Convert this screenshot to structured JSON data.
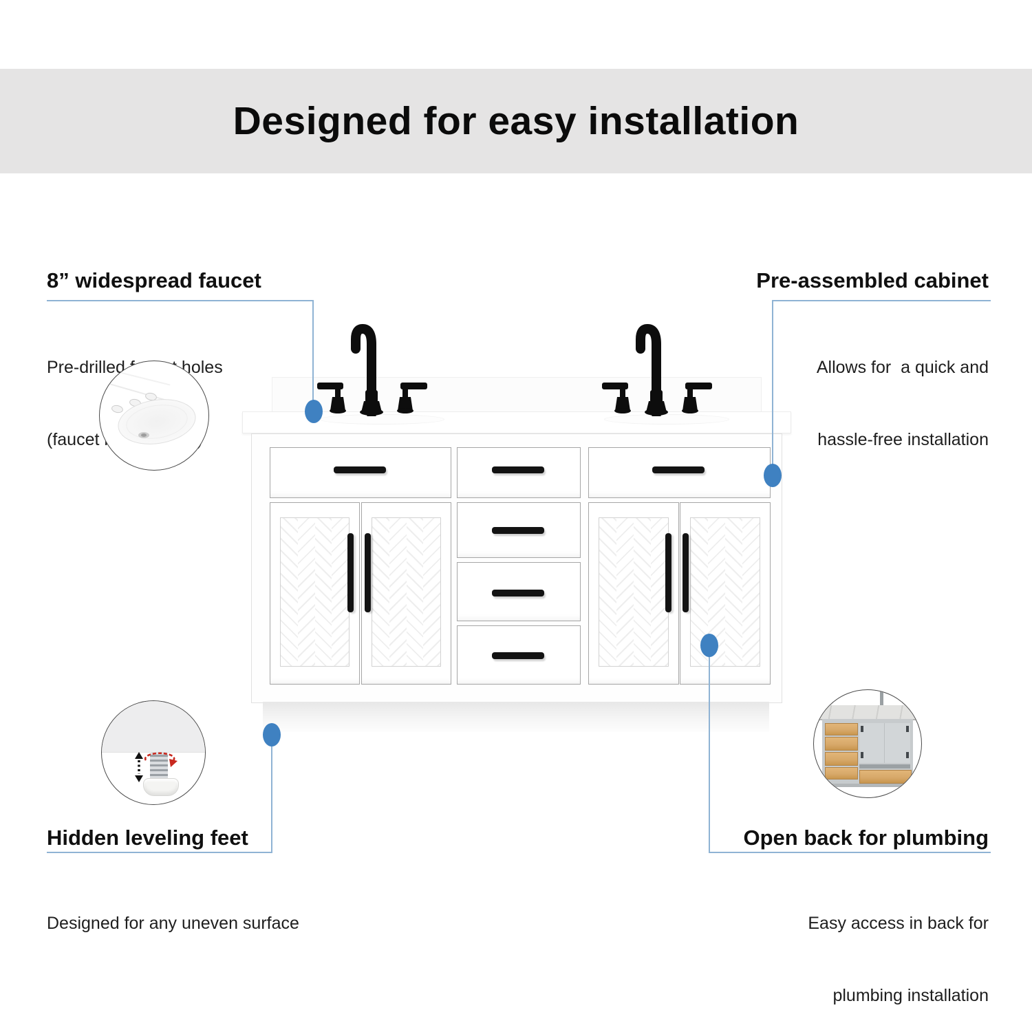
{
  "banner": {
    "title": "Designed for easy installation"
  },
  "callouts": {
    "faucet": {
      "title": "8” widespread faucet",
      "line1": "Pre-drilled faucet holes",
      "line2": "(faucet not included)"
    },
    "cabinet": {
      "title": "Pre-assembled cabinet",
      "line1": "Allows for  a quick and",
      "line2": "hassle-free installation"
    },
    "feet": {
      "title": "Hidden leveling feet",
      "line1": "Designed for any uneven surface"
    },
    "plumbing": {
      "title": "Open back for plumbing",
      "line1": "Easy access in back for",
      "line2": "plumbing installation"
    }
  },
  "insets": {
    "sink": "sink-basin-with-predrilled-holes",
    "foot": "adjustable-leveling-foot",
    "back": "open-back-cabinet-rear-view"
  },
  "colors": {
    "banner_bg": "#e5e4e4",
    "accent_dot": "#3f81c1",
    "callout_line": "#8fb3d4",
    "wood": "#d8a96a",
    "rotation_arrow_red": "#c8281e"
  }
}
